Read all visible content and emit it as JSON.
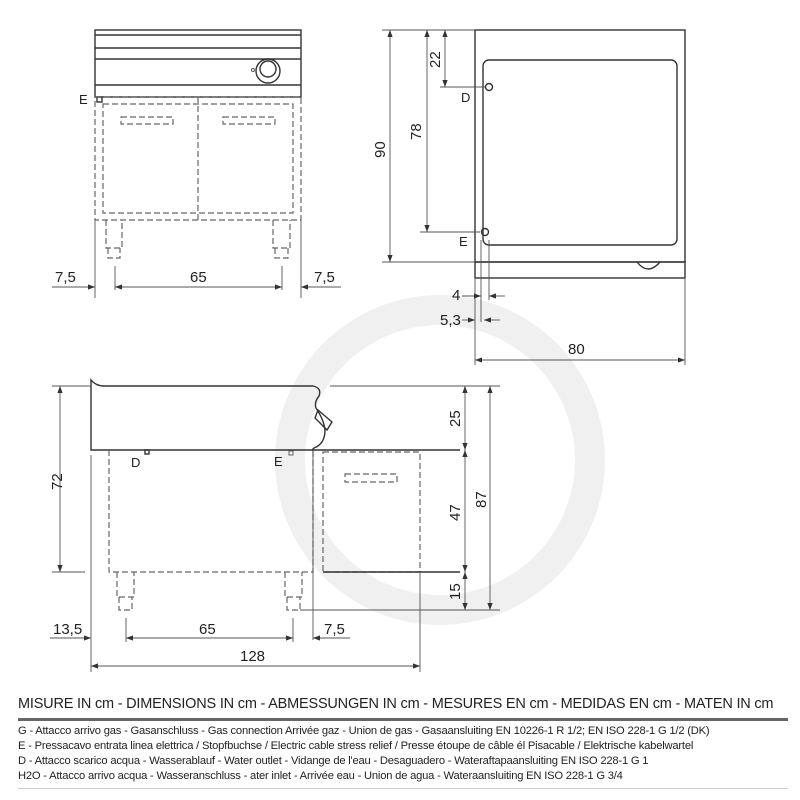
{
  "drawing": {
    "front_view": {
      "connection_label": "E",
      "dims": {
        "left": "7,5",
        "center": "65",
        "right": "7,5"
      }
    },
    "side_view": {
      "labels": {
        "d": "D",
        "e": "E"
      },
      "dims": {
        "height": "90",
        "to_e": "78",
        "to_d": "22",
        "offset_4": "4",
        "offset_53": "5,3",
        "depth": "80"
      }
    },
    "top_view": {
      "labels": {
        "d": "D",
        "e": "E"
      },
      "dims": {
        "height": "72",
        "top": "25",
        "middle": "47",
        "bottom": "15",
        "total": "87",
        "left": "13,5",
        "center": "65",
        "right": "7,5",
        "width": "128"
      }
    }
  },
  "footer": {
    "heading": "MISURE IN cm - DIMENSIONS IN cm - ABMESSUNGEN IN cm - MESURES EN cm - MEDIDAS EN cm - MATEN IN cm",
    "legend": [
      "G - Attacco arrivo gas - Gasanschluss - Gas connection Arrivée gaz - Union de gas - Gasaansluiting EN 10226-1 R 1/2; EN ISO 228-1 G 1/2 (DK)",
      "E - Pressacavo entrata linea elettrica / Stopfbuchse / Electric cable stress relief / Presse étoupe de câble él Pisacable / Elektrische kabelwartel",
      "D - Attacco scarico acqua  - Wasserablauf - Water outlet - Vidange de l'eau - Desaguadero - Wateraftapaansluiting  EN ISO 228-1 G 1",
      "H2O - Attacco arrivo acqua - Wasseranschluss - ater inlet - Arrivée eau - Union de agua - Wateraansluiting   EN ISO 228-1 G 3/4"
    ]
  }
}
